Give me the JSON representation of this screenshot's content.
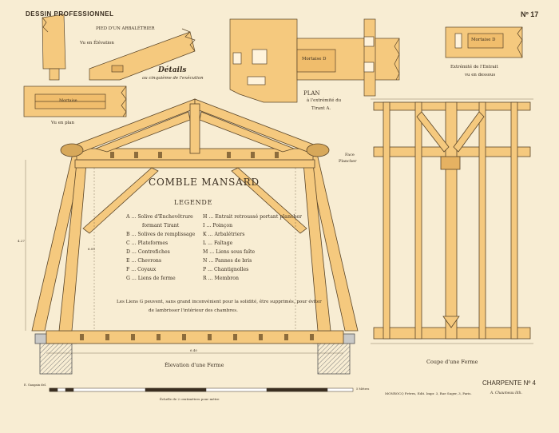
{
  "header": {
    "series": "DESSIN PROFESSIONNEL",
    "plate_number": "Nº 17"
  },
  "details": {
    "pied_title": "PIED D'UN ARBALÉTRIER",
    "vu_en_elevation": "Vu en Élévation",
    "details_title": "Détails",
    "scale_note": "au cinquième de l'exécution",
    "mortaise_label": "Mortaise",
    "vu_en_plan": "Vu en plan",
    "mortaise_d": "Mortaise D",
    "plan_title": "PLAN",
    "plan_sub1": "à l'extrémité du",
    "plan_sub2": "Tirant A.",
    "extremite_1": "Extrémité de l'Entrait",
    "extremite_2": "vu en dessous"
  },
  "main": {
    "title": "COMBLE MANSARD",
    "legend_title": "LEGENDE",
    "legend_left": [
      {
        "k": "A",
        "v": "Solive d'Enchevêtrure"
      },
      {
        "k": "",
        "v": "formant Tirant"
      },
      {
        "k": "B",
        "v": "Solives de remplissage"
      },
      {
        "k": "C",
        "v": "Plateformes"
      },
      {
        "k": "D",
        "v": "Contrefiches"
      },
      {
        "k": "E",
        "v": "Chevrons"
      },
      {
        "k": "F",
        "v": "Coyaux"
      },
      {
        "k": "G",
        "v": "Liens de ferme"
      }
    ],
    "legend_right": [
      {
        "k": "H",
        "v": "Entrait retroussé portant plancher"
      },
      {
        "k": "I",
        "v": "Poinçon"
      },
      {
        "k": "K",
        "v": "Arbalétriers"
      },
      {
        "k": "L",
        "v": "Faîtage"
      },
      {
        "k": "M",
        "v": "Liens sous faîte"
      },
      {
        "k": "N",
        "v": "Pannes de bris"
      },
      {
        "k": "P",
        "v": "Chantignolles"
      },
      {
        "k": "R",
        "v": "Membron"
      }
    ],
    "note_line1": "Les Liens G peuvent, sans grand inconvénient pour la solidité, être supprimés, pour éviter",
    "note_line2": "de lambrisser l'intérieur des chambres.",
    "elevation_caption": "Élevation d'une Ferme",
    "coupe_caption": "Coupe d'une Ferme",
    "face_plancher_1": "Face",
    "face_plancher_2": "Plancher",
    "dim_mid": "6.00",
    "dim_side": "4.27",
    "dim_span": "6.40"
  },
  "footer": {
    "engraver_left": "E. Gaugain del.",
    "scale_caption": "Échelle de 2 centimètres pour mètre",
    "scale_end": "5 Mètres",
    "publisher": "MONROCQ Frères, Edit. Impr. 3, Rue Suger, 3, Paris.",
    "engraver_right": "A. Chaumeau lith.",
    "plate_title": "CHARPENTE Nº 4"
  },
  "colors": {
    "paper": "#f8edd3",
    "wood": "#f5c97e",
    "wood_dark": "#b58a42",
    "ink": "#3a2e20",
    "masonry": "#9c9c9a"
  }
}
